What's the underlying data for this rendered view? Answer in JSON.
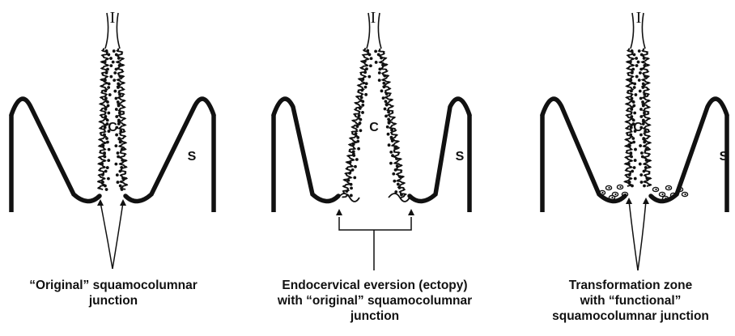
{
  "panels": [
    {
      "id": "original",
      "label_lumen": "I",
      "label_columnar": "C",
      "label_squamous": "S",
      "caption": [
        "“Original” squamocolumnar",
        "junction"
      ]
    },
    {
      "id": "ectopy",
      "label_lumen": "I",
      "label_columnar": "C",
      "label_squamous": "S",
      "caption": [
        "Endocervical eversion (ectopy)",
        "with “original” squamocolumnar",
        "junction"
      ]
    },
    {
      "id": "transformation",
      "label_lumen": "I",
      "label_columnar": "C",
      "label_squamous": "S",
      "caption": [
        "Transformation zone",
        "with “functional”",
        "squamocolumnar junction"
      ]
    }
  ],
  "colors": {
    "ink": "#111111",
    "background": "#ffffff"
  }
}
